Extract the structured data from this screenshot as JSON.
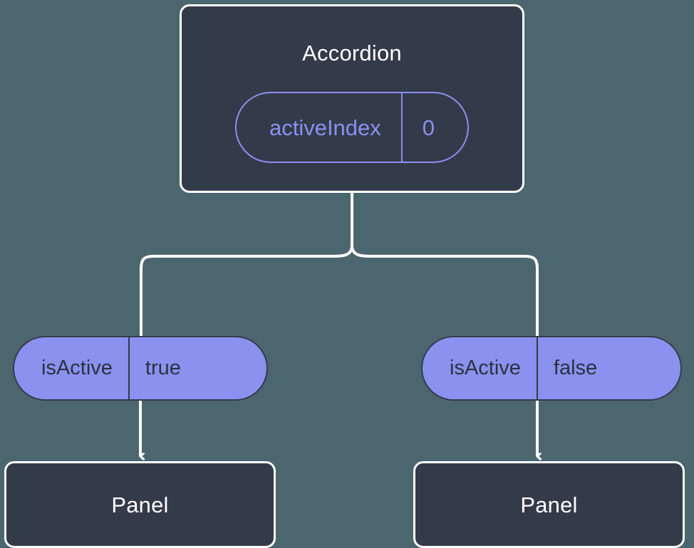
{
  "diagram": {
    "type": "component-tree",
    "background_color": "#4c6670",
    "node_fill_color": "#333a4a",
    "node_border_color": "#ffffff",
    "prop_accent_color": "#8a91ef",
    "prop_text_dark_color": "#2c323f",
    "root": {
      "label": "Accordion",
      "state": {
        "key": "activeIndex",
        "value": "0"
      }
    },
    "branches": [
      {
        "prop": {
          "key": "isActive",
          "value": "true"
        },
        "child": {
          "label": "Panel"
        }
      },
      {
        "prop": {
          "key": "isActive",
          "value": "false"
        },
        "child": {
          "label": "Panel"
        }
      }
    ]
  }
}
